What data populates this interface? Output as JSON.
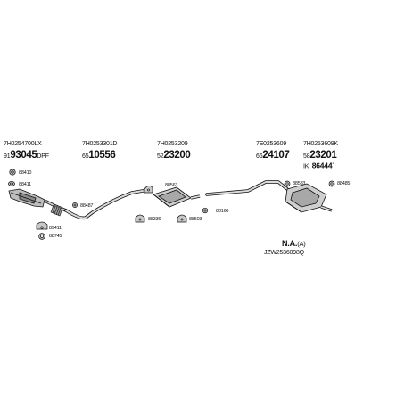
{
  "columns": [
    {
      "header": "7H0254700LX",
      "prefix": "91",
      "number": "93045",
      "suffix": "DPF"
    },
    {
      "header": "7H0253301D",
      "prefix": "65",
      "number": "10556",
      "suffix": ""
    },
    {
      "header": "7H0253209",
      "prefix": "52",
      "number": "23200",
      "suffix": ""
    },
    {
      "header": "7E0253609",
      "prefix": "66",
      "number": "24107",
      "suffix": ""
    },
    {
      "header": "7H0253609K",
      "prefix": "58",
      "number": "23201",
      "suffix": ""
    }
  ],
  "extra_line": {
    "prefix": "IK",
    "number": "86444",
    "mark": "¹"
  },
  "part_labels": [
    "88410",
    "88411",
    "88487",
    "89411",
    "88745",
    "88563",
    "88336",
    "88160",
    "88503",
    "88583",
    "88485"
  ],
  "note": {
    "main": "N.A.",
    "paren": "(A)",
    "code": "JZW2536098Q"
  },
  "colors": {
    "line": "#111111",
    "part_fill": "#c8c8c8",
    "part_dark": "#8a8a8a"
  }
}
